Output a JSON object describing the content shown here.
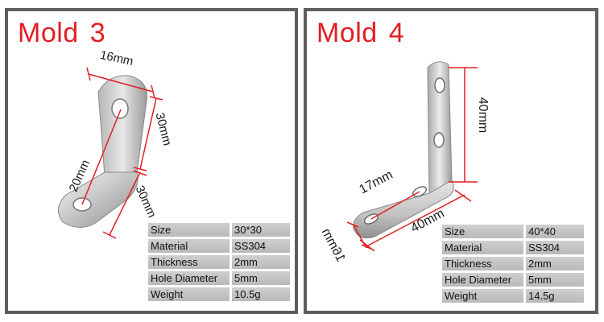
{
  "panels": [
    {
      "id": "mold-3",
      "title_word": "Mold",
      "title_number": "3",
      "dimensions": {
        "width": "16mm",
        "height": "30mm",
        "length": "30mm",
        "hole_spacing": "20mm"
      },
      "specs": [
        {
          "label": "Size",
          "value": "30*30"
        },
        {
          "label": "Material",
          "value": "SS304"
        },
        {
          "label": "Thickness",
          "value": "2mm"
        },
        {
          "label": "Hole Diameter",
          "value": "5mm"
        },
        {
          "label": "Weight",
          "value": "10.5g"
        }
      ]
    },
    {
      "id": "mold-4",
      "title_word": "Mold",
      "title_number": "4",
      "dimensions": {
        "height": "40mm",
        "hole_spacing": "17mm",
        "length": "40mm",
        "width": "16mm"
      },
      "specs": [
        {
          "label": "Size",
          "value": "40*40"
        },
        {
          "label": "Material",
          "value": "SS304"
        },
        {
          "label": "Thickness",
          "value": "2mm"
        },
        {
          "label": "Hole Diameter",
          "value": "5mm"
        },
        {
          "label": "Weight",
          "value": "14.5g"
        }
      ]
    }
  ],
  "colors": {
    "title": "#e31e24",
    "dimension_line": "#e31e24",
    "border": "#5e5e5e",
    "table_cell": "#c4c4c4"
  }
}
